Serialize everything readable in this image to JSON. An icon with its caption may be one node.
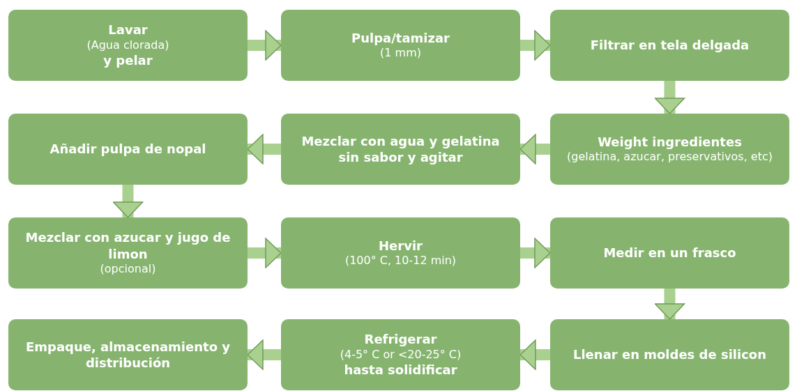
{
  "diagram": {
    "nodes": [
      {
        "text": [
          "**Lavar**",
          "(Agua clorada)",
          "**y pelar**"
        ]
      },
      {
        "text": [
          "**Pulpa/tamizar**",
          "(1 mm)"
        ]
      },
      {
        "text": [
          "**Filtrar en tela delgada**"
        ]
      },
      {
        "text": [
          "**Weight ingredientes**",
          "(gelatina, azucar, preservativos, etc)"
        ]
      },
      {
        "text": [
          "**Mezclar con agua y gelatina sin sabor y agitar**"
        ]
      },
      {
        "text": [
          "**Añadir pulpa de nopal**"
        ]
      },
      {
        "text": [
          "**Mezclar con azucar y jugo de limon**",
          "(opcional)"
        ]
      },
      {
        "text": [
          "**Hervir**",
          "(100° C, 10-12 min)"
        ]
      },
      {
        "text": [
          "**Medir en un frasco**"
        ]
      },
      {
        "text": [
          "**Llenar en moldes de silicon**"
        ]
      },
      {
        "text": [
          "**Refrigerar**",
          "(4-5° C or <20-25° C)",
          "**hasta solidificar**"
        ]
      },
      {
        "text": [
          "**Empaque, almacenamiento y distribución**"
        ]
      }
    ],
    "edges": [
      {
        "from": 0,
        "to": 1,
        "arrow": "to"
      },
      {
        "from": 1,
        "to": 2,
        "arrow": "to"
      },
      {
        "from": 2,
        "to": 3,
        "arrow": "to"
      },
      {
        "from": 3,
        "to": 4,
        "arrow": "to"
      },
      {
        "from": 4,
        "to": 5,
        "arrow": "to"
      },
      {
        "from": 5,
        "to": 6,
        "arrow": "to"
      },
      {
        "from": 6,
        "to": 7,
        "arrow": "to"
      },
      {
        "from": 7,
        "to": 8,
        "arrow": "to"
      },
      {
        "from": 8,
        "to": 9,
        "arrow": "to"
      },
      {
        "from": 9,
        "to": 10,
        "arrow": "to"
      },
      {
        "from": 10,
        "to": 11,
        "arrow": "to"
      }
    ]
  }
}
